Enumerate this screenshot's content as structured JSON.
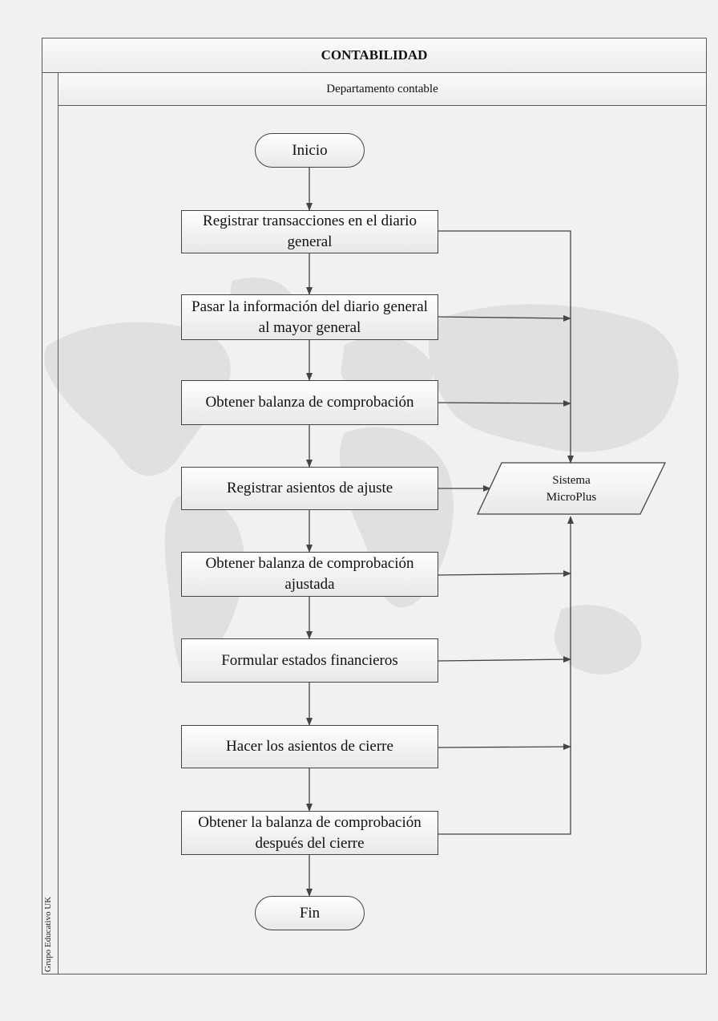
{
  "pool": {
    "title": "CONTABILIDAD",
    "side_label": "Grupo Educativo UK"
  },
  "lane": {
    "title": "Departamento contable"
  },
  "start": {
    "label": "Inicio"
  },
  "end": {
    "label": "Fin"
  },
  "steps": [
    {
      "label": "Registrar transacciones en el diario general"
    },
    {
      "label": "Pasar la información del diario general al mayor general"
    },
    {
      "label": "Obtener balanza de comprobación"
    },
    {
      "label": "Registrar asientos de ajuste"
    },
    {
      "label": "Obtener balanza de comprobación ajustada"
    },
    {
      "label": "Formular estados financieros"
    },
    {
      "label": "Hacer los asientos de cierre"
    },
    {
      "label": "Obtener la balanza de comprobación después del cierre"
    }
  ],
  "system": {
    "line1": "Sistema",
    "line2": "MicroPlus"
  },
  "colors": {
    "line": "#444444",
    "map": "#dcdcdc",
    "background": "#f1f1f1"
  }
}
